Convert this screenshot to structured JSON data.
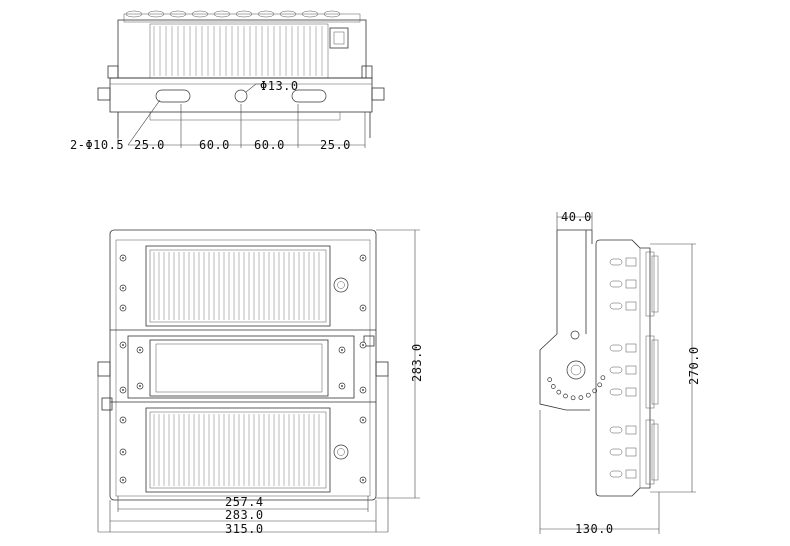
{
  "top_view": {
    "mount_hole_label": "2-Φ10.5",
    "center_hole_label": "Φ13.0",
    "spacing_dims": [
      "25.0",
      "60.0",
      "60.0",
      "25.0"
    ]
  },
  "front_view": {
    "width_dims": [
      "257.4",
      "283.0",
      "315.0"
    ],
    "height_dim": "283.0"
  },
  "side_view": {
    "bracket_dim": "40.0",
    "height_dim": "270.0",
    "depth_dim": "130.0"
  }
}
